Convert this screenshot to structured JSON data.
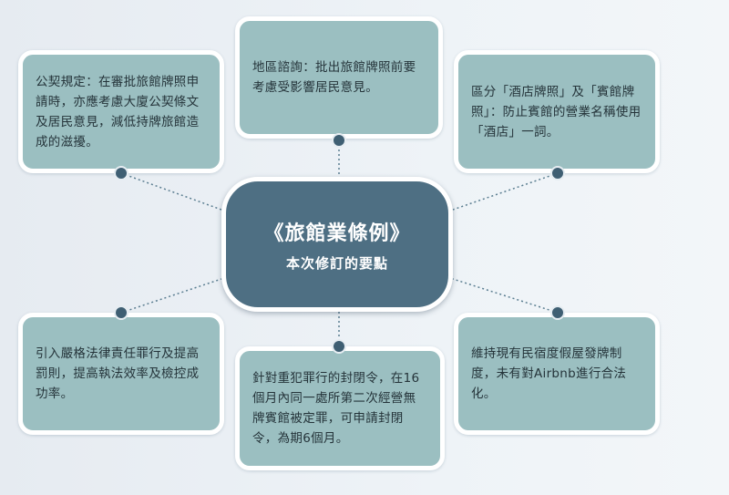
{
  "center": {
    "title": "《旅館業條例》",
    "subtitle": "本次修訂的要點"
  },
  "colors": {
    "card_fill": "#9bbfc1",
    "center_fill": "#4e6f83",
    "dot_fill": "#3f5f73",
    "connector": "#5a7d90"
  },
  "points": [
    {
      "id": "deed",
      "text": "公契規定：在審批旅館牌照申請時，亦應考慮大廈公契條文及居民意見，減低持牌旅館造成的滋擾。"
    },
    {
      "id": "consult",
      "text": "地區諮詢：批出旅館牌照前要考慮受影響居民意見。"
    },
    {
      "id": "hotel",
      "text": "區分「酒店牌照」及「賓館牌照」：防止賓館的營業名稱使用「酒店」一詞。"
    },
    {
      "id": "penalty",
      "text": "引入嚴格法律責任罪行及提高罰則，提高執法效率及檢控成功率。"
    },
    {
      "id": "closure",
      "text": "針對重犯罪行的封閉令，在16個月內同一處所第二次經營無牌賓館被定罪，可申請封閉令，為期6個月。"
    },
    {
      "id": "airbnb",
      "text": "維持現有民宿度假屋發牌制度，未有對Airbnb進行合法化。"
    }
  ]
}
